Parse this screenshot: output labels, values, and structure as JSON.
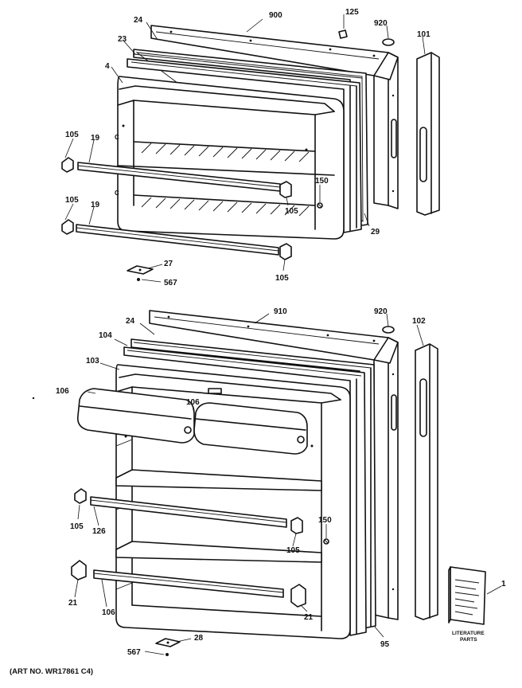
{
  "labels": {
    "upper_900": "900",
    "upper_125": "125",
    "upper_920": "920",
    "upper_101": "101",
    "upper_24": "24",
    "upper_23": "23",
    "upper_4": "4",
    "upper_105_a": "105",
    "upper_19_a": "19",
    "upper_105_b": "105",
    "upper_19_b": "19",
    "upper_150": "150",
    "upper_105_c": "105",
    "upper_29": "29",
    "upper_27": "27",
    "upper_567": "567",
    "upper_105_d": "105",
    "lower_910": "910",
    "lower_920": "920",
    "lower_102": "102",
    "lower_24": "24",
    "lower_104": "104",
    "lower_103": "103",
    "lower_106_a": "106",
    "lower_106_b": "106",
    "lower_105_a": "105",
    "lower_126": "126",
    "lower_150": "150",
    "lower_105_b": "105",
    "lower_21_a": "21",
    "lower_106_c": "106",
    "lower_21_b": "21",
    "lower_95": "95",
    "lower_28": "28",
    "lower_567": "567",
    "lower_1": "1",
    "literature_line1": "LITERATURE",
    "literature_line2": "PARTS"
  },
  "art_no": "(ART NO. WR17861 C4)"
}
